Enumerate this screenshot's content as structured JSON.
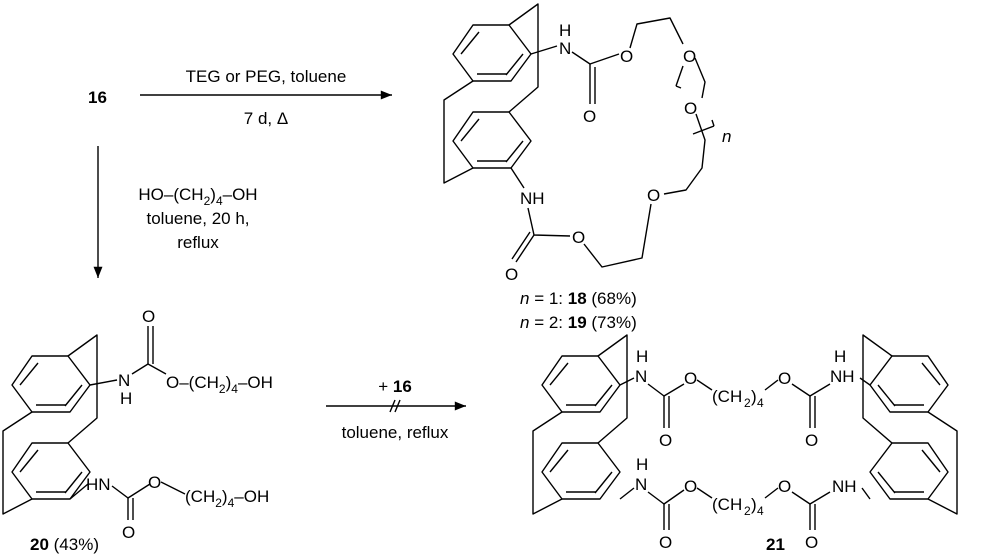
{
  "scheme": {
    "start_compound": "16",
    "top_arrow": {
      "above": "TEG or PEG, toluene",
      "below": "7 d, Δ"
    },
    "down_arrow": {
      "line1": [
        "HO–(CH",
        "2",
        ")",
        "4",
        "–OH"
      ],
      "line2": "toluene, 20 h,",
      "line3": "reflux"
    },
    "bottom_arrow": {
      "above_plus": "+ ",
      "above_compound": "16",
      "below": "toluene, reflux",
      "blocked_mark": "//"
    }
  },
  "product_18_19": {
    "atoms": {
      "H": "H",
      "N": "N",
      "NH": "NH",
      "O": "O",
      "n": "n"
    },
    "labels": [
      {
        "var": "n",
        "eq": " = 1: ",
        "compound": "18",
        "yield": " (68%)"
      },
      {
        "var": "n",
        "eq": " = 2: ",
        "compound": "19",
        "yield": " (73%)"
      }
    ]
  },
  "product_20": {
    "atoms": {
      "N": "N",
      "H": "H",
      "HN": "HN",
      "O": "O"
    },
    "chain": [
      "O–(CH",
      "2",
      ")",
      "4",
      "–OH"
    ],
    "chain2": [
      "(CH",
      "2",
      ")",
      "4",
      "–OH"
    ],
    "label": {
      "compound": "20",
      "yield": " (43%)"
    }
  },
  "product_21": {
    "atoms": {
      "N": "N",
      "H": "H",
      "NH": "NH",
      "O": "O"
    },
    "chain": [
      "(CH",
      "2",
      ")",
      "4"
    ],
    "label": "21"
  }
}
